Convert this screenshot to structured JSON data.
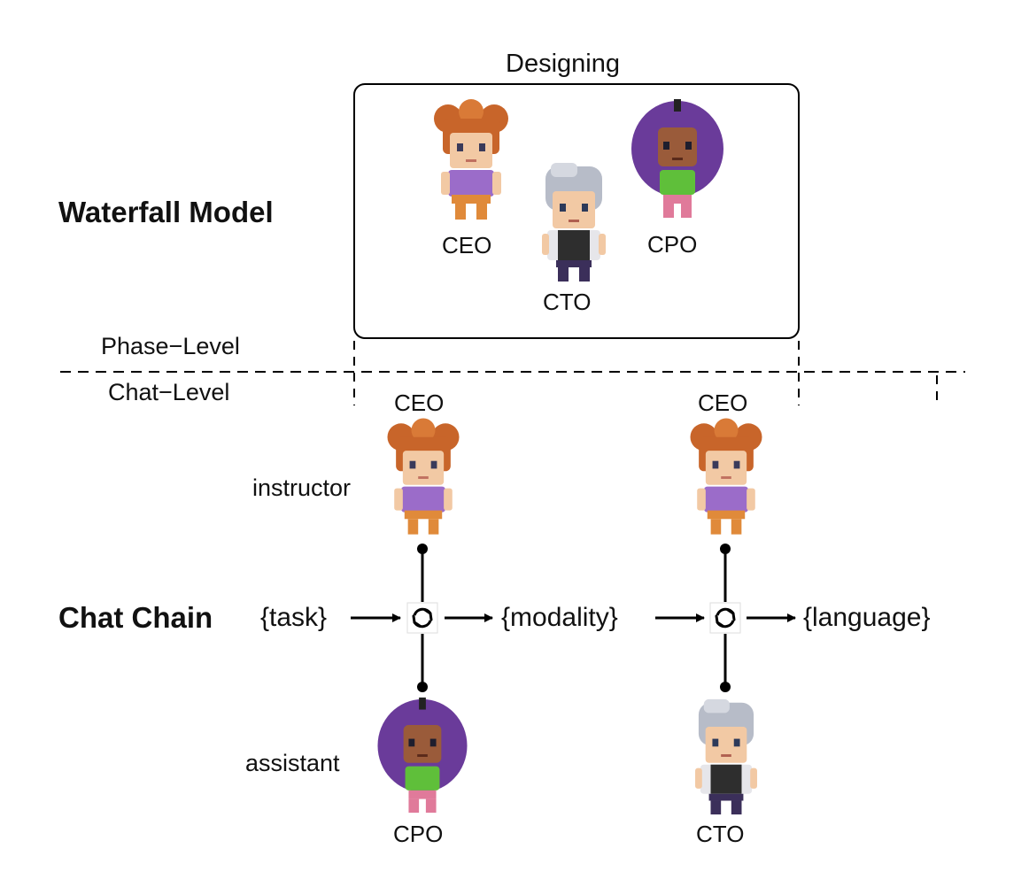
{
  "labels": {
    "waterfall_model": "Waterfall Model",
    "chat_chain": "Chat Chain",
    "designing": "Designing",
    "phase_level": "Phase−Level",
    "chat_level": "Chat−Level",
    "instructor": "instructor",
    "assistant": "assistant"
  },
  "phase_roles": {
    "ceo": "CEO",
    "cto": "CTO",
    "cpo": "CPO"
  },
  "chat1": {
    "instructor_role": "CEO",
    "assistant_role": "CPO"
  },
  "chat2": {
    "instructor_role": "CEO",
    "assistant_role": "CTO"
  },
  "chain": {
    "input": "{task}",
    "middle": "{modality}",
    "output": "{language}"
  },
  "colors": {
    "ceo_hair": "#c8652a",
    "ceo_shirt": "#9b6cc9",
    "cto_hair": "#b7bcc8",
    "cto_shirt": "#2e2e2e",
    "cpo_hair": "#6a3b9a",
    "cpo_shirt": "#5fbf3a",
    "skin_light": "#f2c9a4",
    "skin_dark": "#9a5b3a"
  },
  "icons": [
    "loop-icon"
  ]
}
